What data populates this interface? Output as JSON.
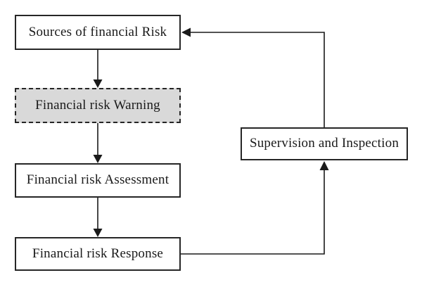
{
  "diagram": {
    "type": "flowchart",
    "colors": {
      "background": "#ffffff",
      "node_fill": "#ffffff",
      "warning_node_fill": "#d9d9d9",
      "border": "#262626",
      "line": "#1a1a1a",
      "text": "#1a1a1a"
    },
    "nodes": [
      {
        "id": "sources",
        "label": "Sources of financial Risk",
        "border_style": "solid"
      },
      {
        "id": "warning",
        "label": "Financial risk Warning",
        "border_style": "dashed"
      },
      {
        "id": "assessment",
        "label": "Financial risk Assessment",
        "border_style": "solid"
      },
      {
        "id": "response",
        "label": "Financial risk Response",
        "border_style": "solid"
      },
      {
        "id": "supervision",
        "label": "Supervision and Inspection",
        "border_style": "solid"
      }
    ],
    "edges": [
      {
        "from": "sources",
        "to": "warning",
        "shape": "straight-down"
      },
      {
        "from": "warning",
        "to": "assessment",
        "shape": "straight-down"
      },
      {
        "from": "assessment",
        "to": "response",
        "shape": "straight-down"
      },
      {
        "from": "response",
        "to": "supervision",
        "shape": "elbow-right-then-up"
      },
      {
        "from": "supervision",
        "to": "sources",
        "shape": "elbow-up-then-left"
      }
    ]
  }
}
